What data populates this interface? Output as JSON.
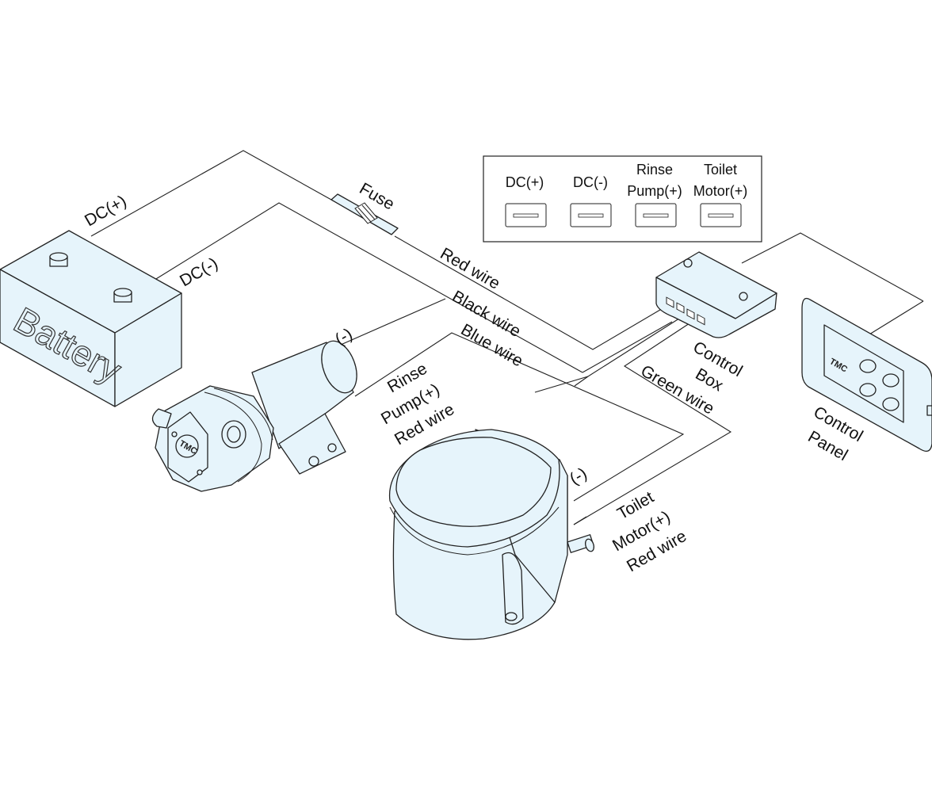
{
  "labels": {
    "dc_plus": "DC(+)",
    "dc_minus": "DC(-)",
    "fuse": "Fuse",
    "red_wire": "Red wire",
    "black_wire": "Black wire",
    "blue_wire": "Blue wire",
    "green_wire": "Green wire",
    "pump_minus": "(-)",
    "toilet_minus": "(-)",
    "rinse_pump_wire": [
      "Rinse",
      "Pump(+)",
      "Red wire"
    ],
    "toilet_motor_wire": [
      "Toilet",
      "Motor(+)",
      "Red wire"
    ],
    "control_box": [
      "Control",
      "Box"
    ],
    "control_panel": [
      "Control",
      "Panel"
    ],
    "battery": "Battery",
    "logo": "TMC"
  },
  "connector_legend": [
    {
      "lines": [
        "DC(+)"
      ]
    },
    {
      "lines": [
        "DC(-)"
      ]
    },
    {
      "lines": [
        "Rinse",
        "Pump(+)"
      ]
    },
    {
      "lines": [
        "Toilet",
        "Motor(+)"
      ]
    }
  ],
  "colors": {
    "component_fill": "#e6f4fb",
    "line": "#222222"
  }
}
